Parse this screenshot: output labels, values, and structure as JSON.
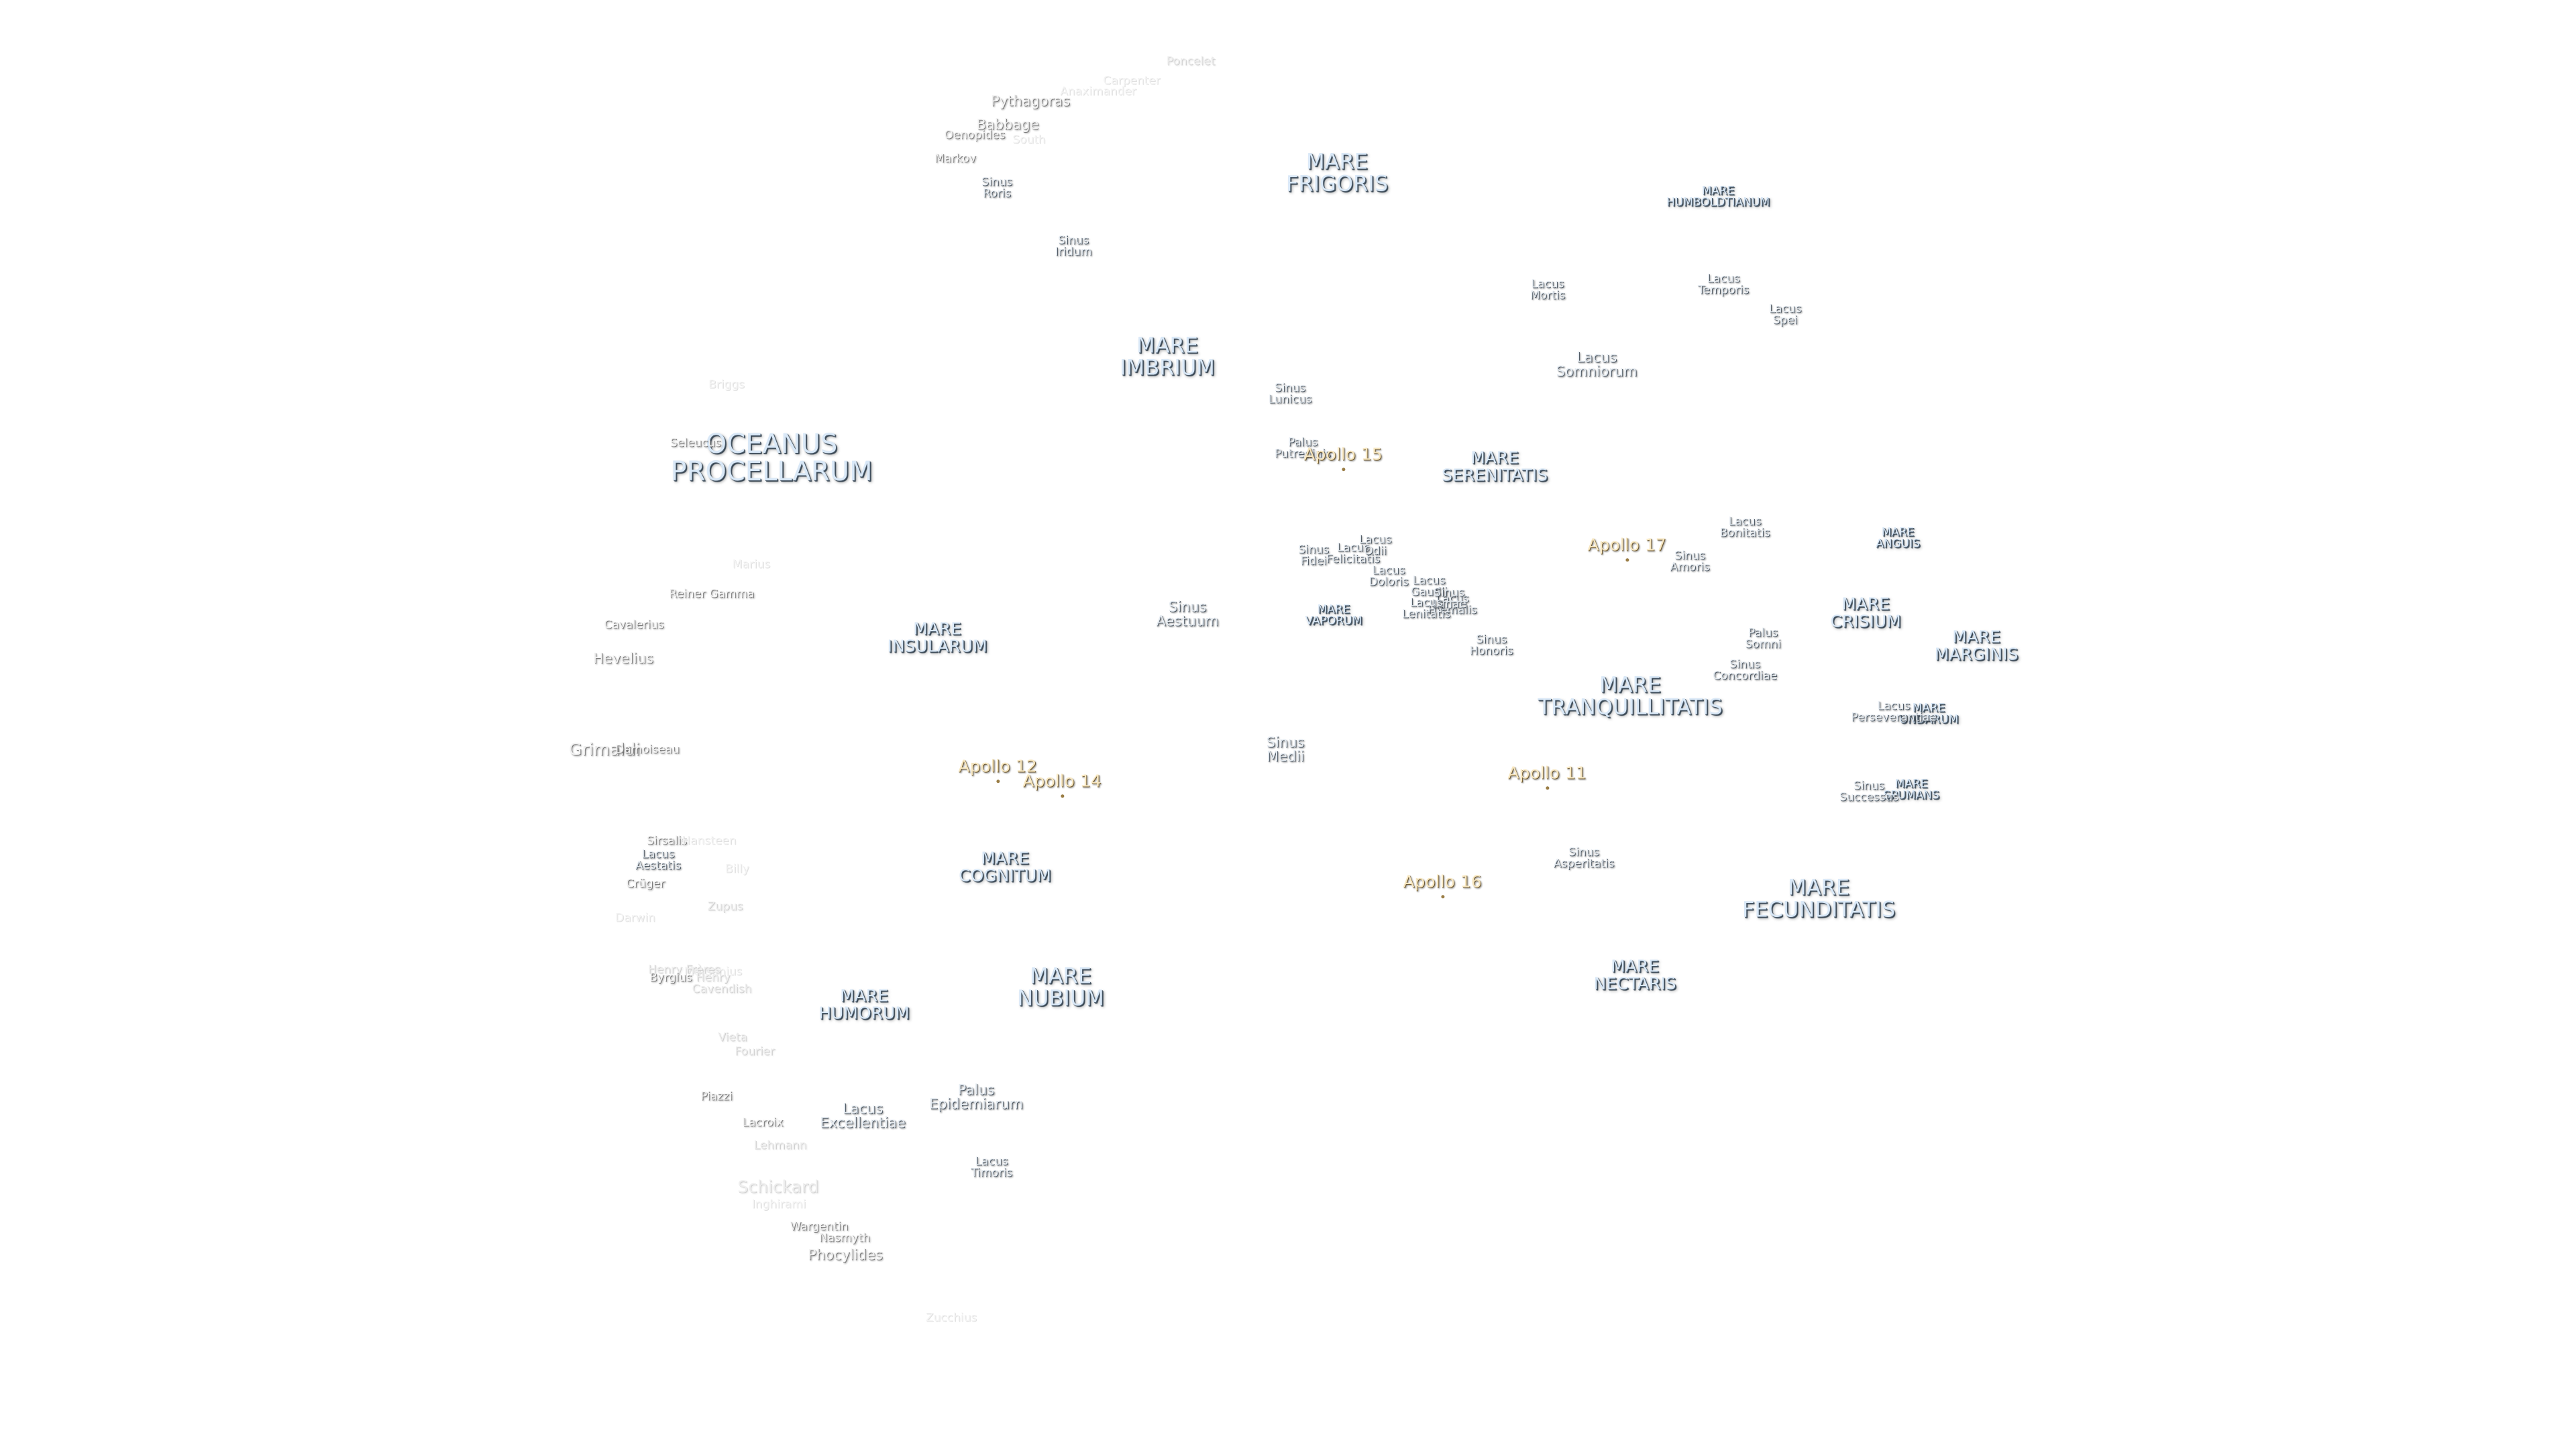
{
  "maria": {
    "oceanus_procellarum": "OCEANUS\nPROCELLARUM",
    "frigoris": "MARE\nFRIGORIS",
    "imbrium": "MARE\nIMBRIUM",
    "serenitatis": "MARE\nSERENITATIS",
    "tranquillitatis": "MARE\nTRANQUILLITATIS",
    "crisium": "MARE\nCRISIUM",
    "fecunditatis": "MARE\nFECUNDITATIS",
    "nectaris": "MARE\nNECTARIS",
    "insularum": "MARE\nINSULARUM",
    "cognitum": "MARE\nCOGNITUM",
    "nubium": "MARE\nNUBIUM",
    "humorum": "MARE\nHUMORUM",
    "vaporum": "MARE\nVAPORUM",
    "humboldtianum": "MARE\nHUMBOLDTIANUM",
    "anguis": "MARE\nANGUIS",
    "marginis": "MARE\nMARGINIS",
    "undarum": "MARE\nUNDARUM",
    "spumans": "MARE\nSPUMANS"
  },
  "features": {
    "sinus_roris": "Sinus\nRoris",
    "sinus_iridum": "Sinus\nIridum",
    "sinus_lunicus": "Sinus\nLunicus",
    "palus_putredinis": "Palus\nPutredinis",
    "lacus_mortis": "Lacus\nMortis",
    "lacus_temporis": "Lacus\nTemporis",
    "lacus_spei": "Lacus\nSpei",
    "lacus_somniorum": "Lacus\nSomniorum",
    "sinus_fidei": "Sinus\nFidei",
    "lacus_felicitatis": "Lacus\nFelicitatis",
    "lacus_odii": "Lacus\nOdii",
    "lacus_doloris": "Lacus\nDoloris",
    "lacus_gaudii": "Lacus\nGaudii",
    "lacus_hiemalis": "Lacus\nHiemalis",
    "sinus_lunae": "Sinus\nLunae",
    "lacus_lenitatis": "Lacus\nLenitatis",
    "sinus_aestuum": "Sinus\nAestuum",
    "sinus_honoris": "Sinus\nHonoris",
    "lacus_bonitatis": "Lacus\nBonitatis",
    "sinus_amoris": "Sinus\nAmoris",
    "palus_somni": "Palus\nSomni",
    "sinus_concordiae": "Sinus\nConcordiae",
    "lacus_perseverantiae": "Lacus\nPerseverantiae",
    "sinus_successus": "Sinus\nSuccessus",
    "sinus_medii": "Sinus\nMedii",
    "sinus_asperitatis": "Sinus\nAsperitatis",
    "lacus_aestatis": "Lacus\nAestatis",
    "lacus_excellentiae": "Lacus\nExcellentiae",
    "palus_epidemiarum": "Palus\nEpidemiarum",
    "lacus_timoris": "Lacus\nTimoris"
  },
  "craters": {
    "poncelet": "Poncelet",
    "carpenter": "Carpenter",
    "anaximander": "Anaximander",
    "pythagoras": "Pythagoras",
    "babbage": "Babbage",
    "oenopides": "Oenopides",
    "south": "South",
    "markov": "Markov",
    "seleucus": "Seleucus",
    "briggs": "Briggs",
    "marius": "Marius",
    "reiner_gamma": "Reiner Gamma",
    "cavalerius": "Cavalerius",
    "hevelius": "Hevelius",
    "grimaldi": "Grimaldi",
    "damoiseau": "Damoiseau",
    "sirsalis": "Sirsalis",
    "hansteen": "Hansteen",
    "billy": "Billy",
    "cruger": "Crüger",
    "zupus": "Zupus",
    "darwin": "Darwin",
    "mersenius": "Mersenius",
    "henry_freres": "Henry Frères",
    "byrgius": "Byrgius",
    "henry": "Henry",
    "cavendish": "Cavendish",
    "vieta": "Vieta",
    "fourier": "Fourier",
    "piazzi": "Piazzi",
    "lacroix": "Lacroix",
    "lehmann": "Lehmann",
    "schickard": "Schickard",
    "inghirami": "Inghirami",
    "wargentin": "Wargentin",
    "nasmyth": "Nasmyth",
    "phocylides": "Phocylides",
    "zucchius": "Zucchius"
  },
  "apollo": {
    "a11": "Apollo 11",
    "a12": "Apollo 12",
    "a14": "Apollo 14",
    "a15": "Apollo 15",
    "a16": "Apollo 16",
    "a17": "Apollo 17"
  }
}
